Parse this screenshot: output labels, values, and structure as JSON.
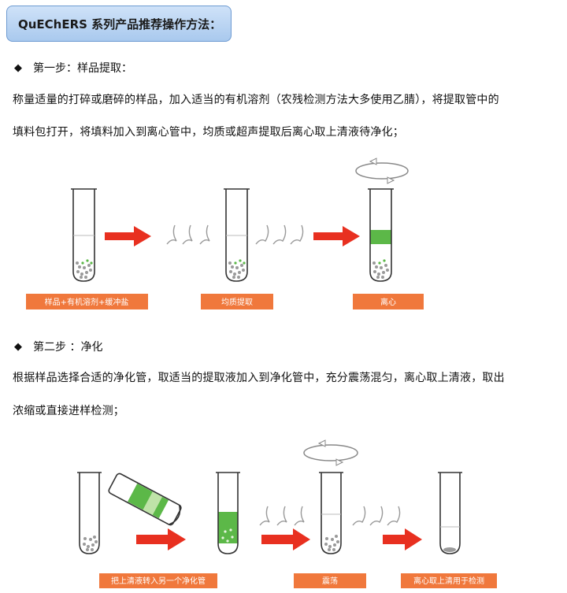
{
  "title": "QuEChERS 系列产品推荐操作方法：",
  "step1": {
    "bullet": "◆",
    "heading": "第一步：样品提取：",
    "line1": "称量适量的打碎或磨碎的样品，加入适当的有机溶剂（农残检测方法大多使用乙腈），将提取管中的",
    "line2": "填料包打开，将填料加入到离心管中，均质或超声提取后离心取上清液待净化；",
    "labels": [
      "样品+有机溶剂+缓冲盐",
      "均质提取",
      "离心"
    ]
  },
  "step2": {
    "bullet": "◆",
    "heading": "第二步 ：净化",
    "line1": "根据样品选择合适的净化管，取适当的提取液加入到净化管中，充分震荡混匀，离心取上清液，取出",
    "line2": "浓缩或直接进样检测；",
    "labels": [
      "把上清液转入另一个净化管",
      "震荡",
      "离心取上清用于检测"
    ]
  },
  "colors": {
    "accent_orange": "#f0783c",
    "arrow_red": "#e83020",
    "liquid_green": "#5cb848",
    "title_bg": "#bcd6f4"
  }
}
